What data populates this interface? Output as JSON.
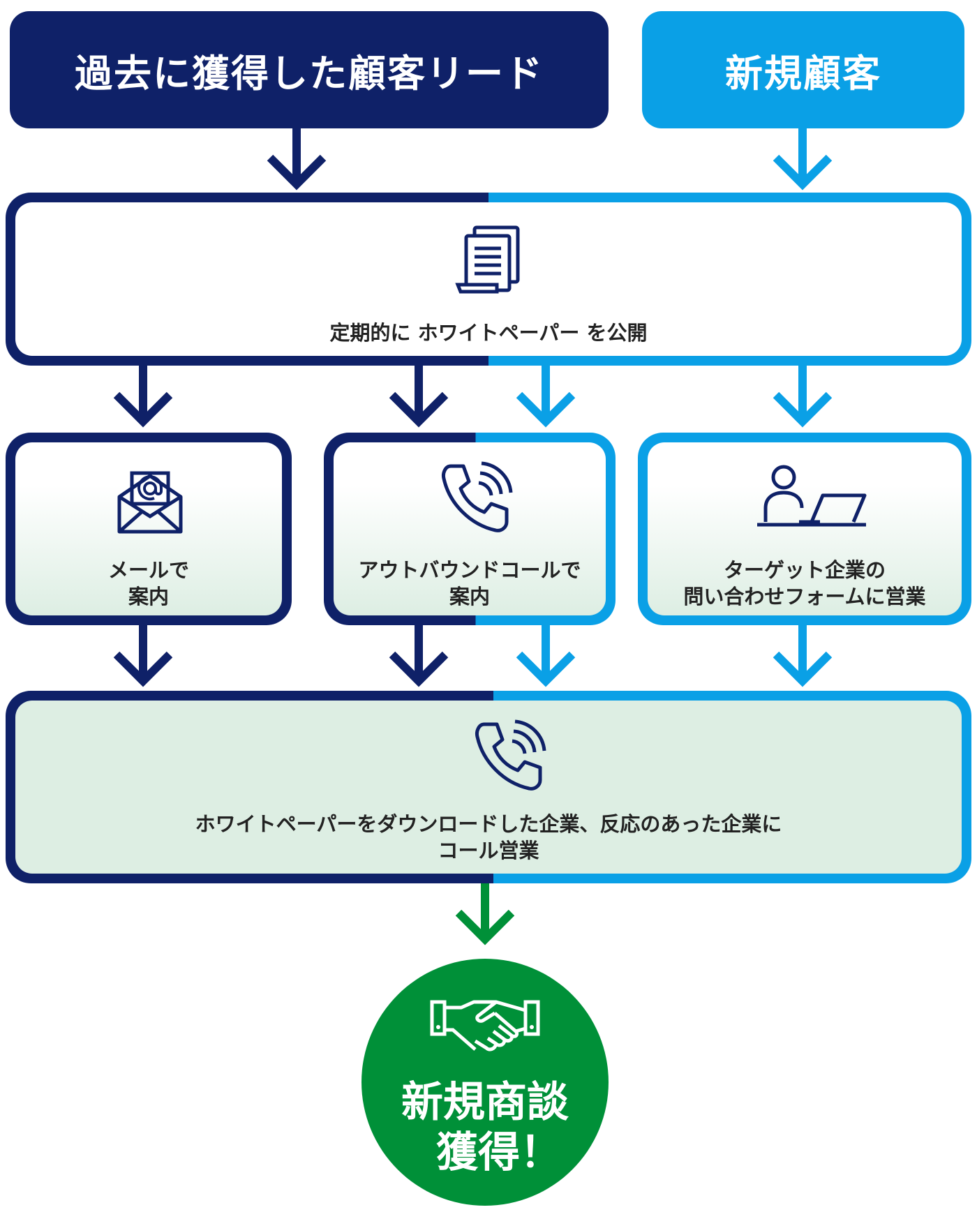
{
  "header": {
    "past_leads": "過去に獲得した顧客リード",
    "new_customers": "新規顧客"
  },
  "steps": {
    "publish": "定期的に ホワイトペーパー を公開",
    "email_line1": "メールで",
    "email_line2": "案内",
    "outbound_line1": "アウトバウンドコールで",
    "outbound_line2": "案内",
    "form_line1": "ターゲット企業の",
    "form_line2": "問い合わせフォームに営業",
    "call_line1": "ホワイトペーパーをダウンロードした企業、反応のあった企業に",
    "call_line2": "コール営業"
  },
  "goal": {
    "line1": "新規商談",
    "line2": "獲得！"
  },
  "colors": {
    "navy": "#0f2168",
    "light_blue": "#0aa0e6",
    "green": "#009038",
    "mint_bg": "#ddeee3"
  },
  "icons": [
    "document-stack-icon",
    "email-icon",
    "phone-call-icon",
    "person-laptop-icon",
    "handshake-icon"
  ]
}
